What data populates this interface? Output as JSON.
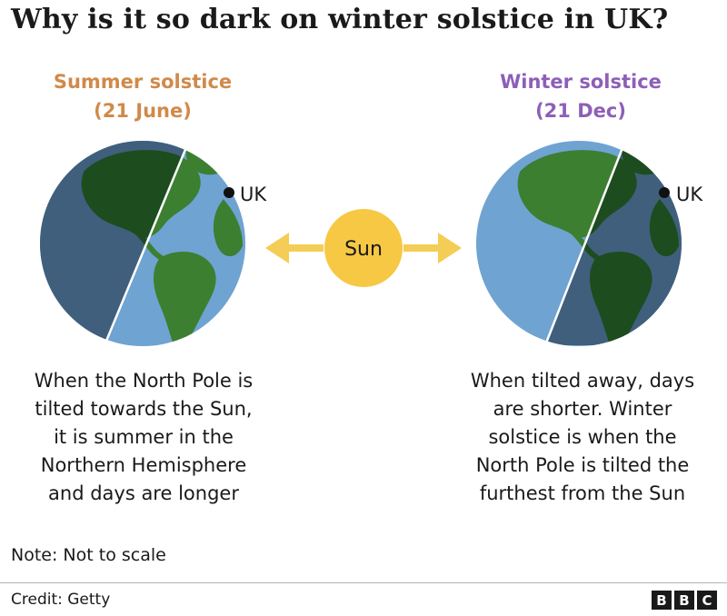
{
  "title": "Why is it so dark on winter solstice in UK?",
  "summer": {
    "heading": "Summer solstice",
    "date": "(21 June)",
    "marker": "UK",
    "description": [
      "When the North Pole is",
      "tilted towards the Sun,",
      "it is summer in the",
      "Northern Hemisphere",
      "and days are longer"
    ]
  },
  "winter": {
    "heading": "Winter solstice",
    "date": "(21 Dec)",
    "marker": "UK",
    "description": [
      "When tilted away, days",
      "are shorter. Winter",
      "solstice is when the",
      "North Pole is tilted the",
      "furthest from the Sun"
    ]
  },
  "sun": {
    "label": "Sun"
  },
  "note": "Note: Not to scale",
  "credit": "Credit: Getty",
  "logo": [
    "B",
    "B",
    "C"
  ],
  "colors": {
    "summer_heading": "#d08a4a",
    "winter_heading": "#8d5fb8",
    "ocean_lit": "#6fa3d2",
    "ocean_dark": "#3f5f7c",
    "land_lit": "#3c7f31",
    "land_dark": "#1d4c1e",
    "sun": "#f6c843",
    "arrow": "#f4cd56"
  }
}
